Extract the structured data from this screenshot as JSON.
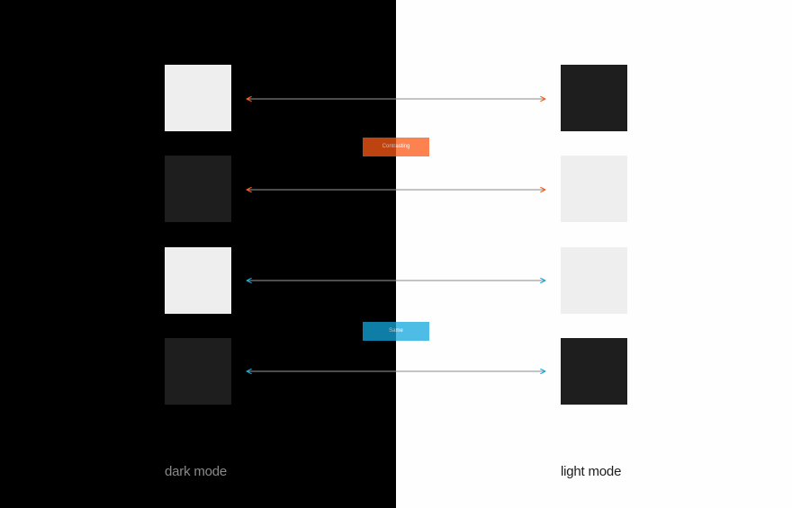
{
  "colors": {
    "dark_background": "#000000",
    "light_background": "#fefefe",
    "light_swatch": "#eeeeee",
    "dark_swatch": "#1e1e1f",
    "orange_accent": "#fc5a16",
    "blue_accent": "#13a8df",
    "dark_label": "#8a8a8a",
    "light_label": "#1c1c1c"
  },
  "swatches": {
    "dark_mode": [
      "light",
      "dark",
      "light",
      "dark"
    ],
    "light_mode": [
      "dark",
      "light",
      "light",
      "dark"
    ]
  },
  "arrows": [
    {
      "row": 1,
      "accent": "orange"
    },
    {
      "row": 2,
      "accent": "orange"
    },
    {
      "row": 3,
      "accent": "blue"
    },
    {
      "row": 4,
      "accent": "blue"
    }
  ],
  "tags": {
    "orange": "Contrasting",
    "blue": "Same"
  },
  "labels": {
    "dark_mode": "dark mode",
    "light_mode": "light mode"
  }
}
